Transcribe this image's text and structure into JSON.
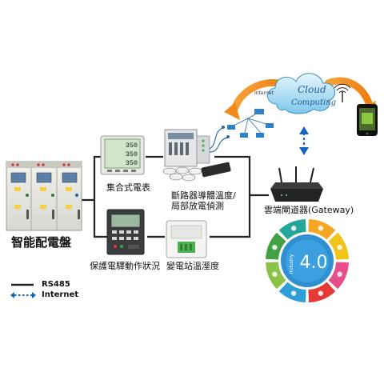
{
  "labels": {
    "switchgear": "智能配電盤",
    "meter": "集合式電表",
    "relay": "保護電驛動作狀況",
    "temp_sensor_line1": "斷路器導體溫度/",
    "temp_sensor_line2": "局部放電偵測",
    "humidity": "變電站溫溼度",
    "gateway": "雲端閘道器(Gateway)"
  },
  "cloud": {
    "internet_label": "Internet",
    "cloud_word": "Cloud",
    "computing_word": "Computing"
  },
  "industry": {
    "label": "Industry",
    "version": "4.0"
  },
  "meter_display": [
    "350",
    "350",
    "350"
  ],
  "legend": {
    "solid_label": "RS485",
    "dashed_label": "Internet"
  },
  "colors": {
    "wire": "#222222",
    "internet_arrow": "#1565c0",
    "cloud_arrow": "#f28a1b",
    "ring": [
      "#f5a623",
      "#f0c419",
      "#e84e8a",
      "#e53935",
      "#2f9ed8",
      "#8bc34a",
      "#43a047",
      "#26a69a"
    ]
  },
  "icons": [
    "router-icon",
    "phone-icon",
    "wifi-icon",
    "laptop-icon",
    "sensor-icon"
  ]
}
